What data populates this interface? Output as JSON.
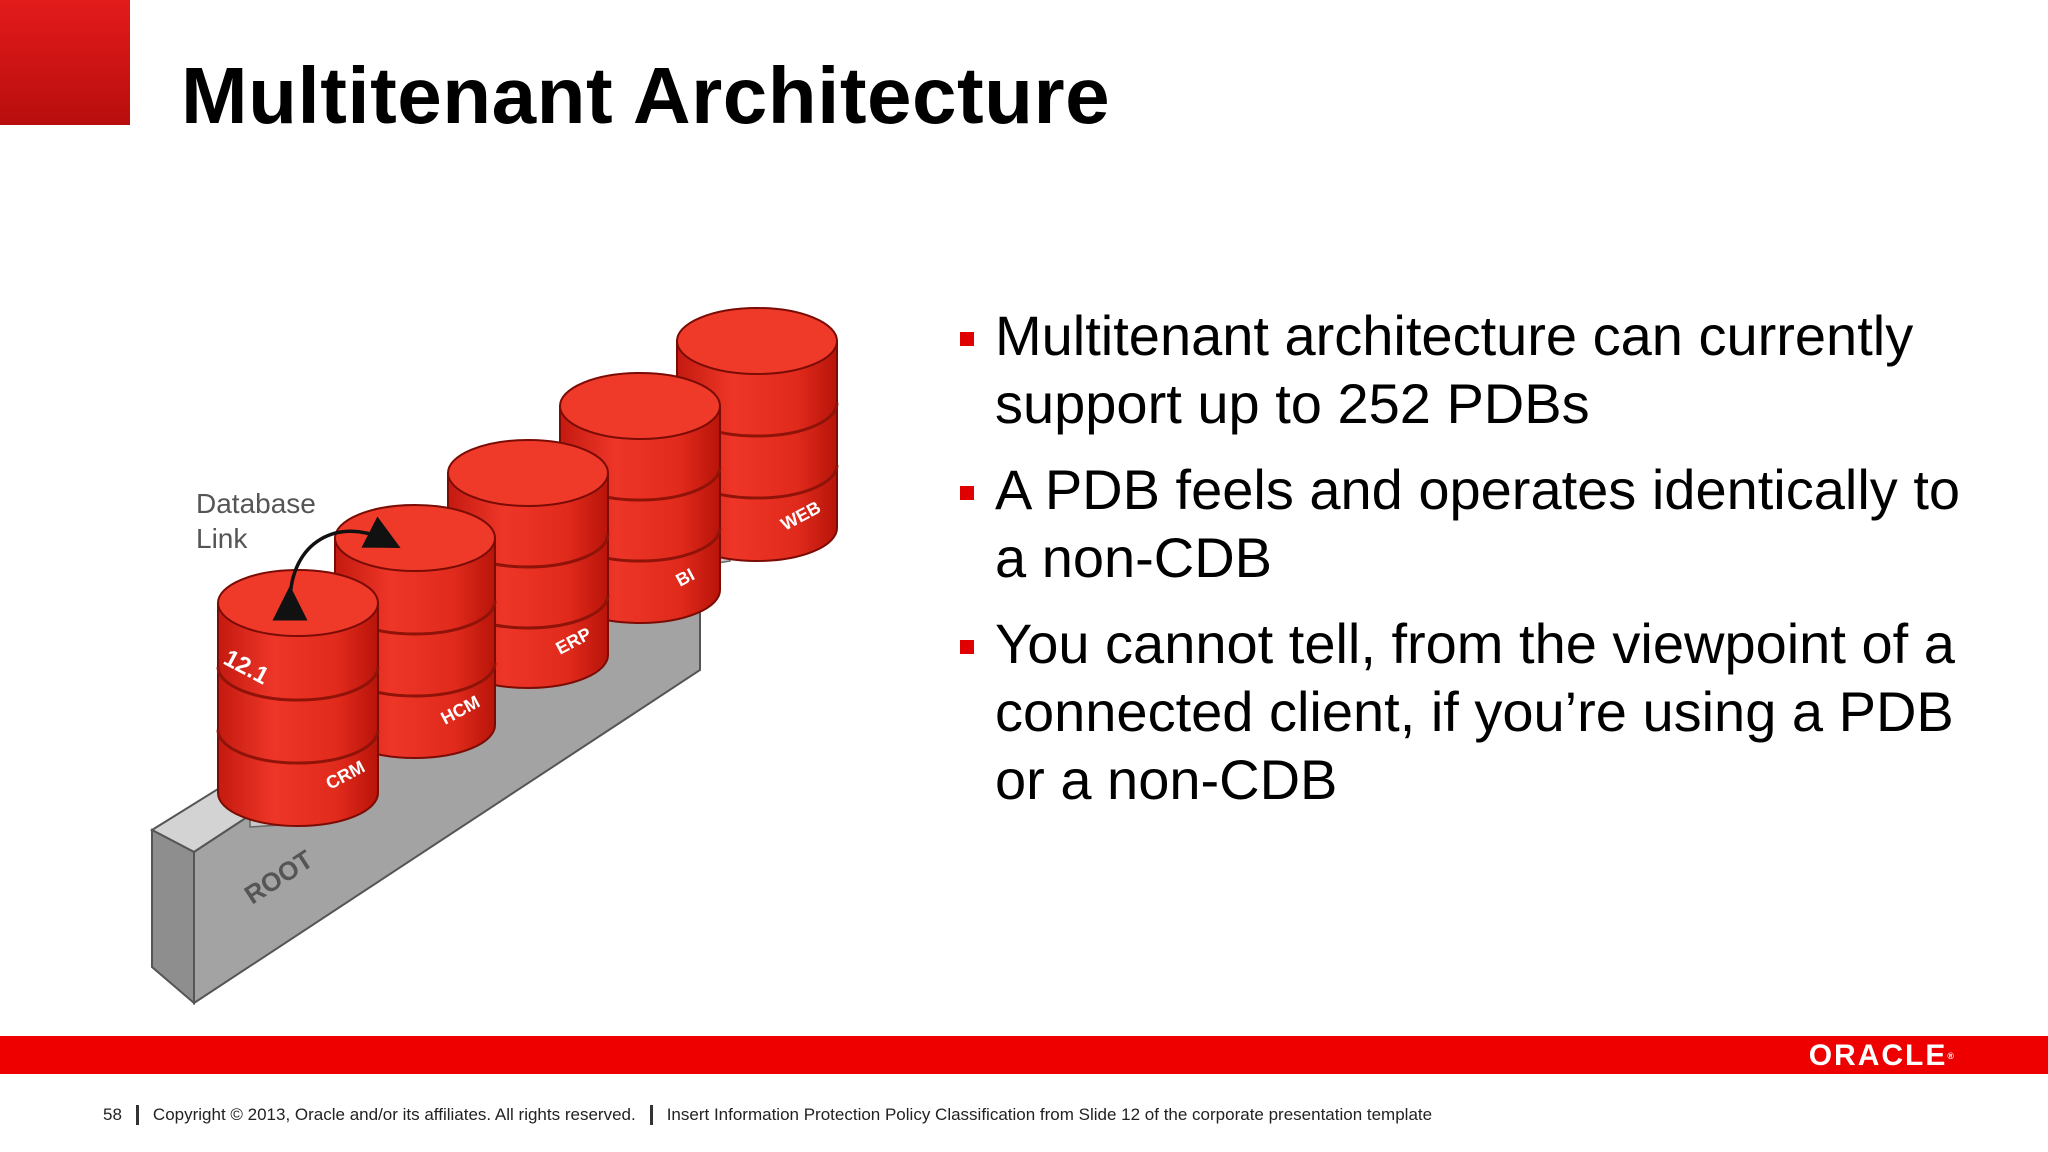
{
  "slide": {
    "title": "Multitenant Architecture",
    "bullets": [
      "Multitenant architecture can currently support up to 252 PDBs",
      "A PDB feels and operates identically to a non-CDB",
      "You cannot tell, from the viewpoint of a connected client, if you’re using a PDB or a non-CDB"
    ]
  },
  "diagram": {
    "root_label": "ROOT",
    "link_label_line1": "Database",
    "link_label_line2": "Link",
    "version_label": "12.1",
    "databases": [
      "CRM",
      "HCM",
      "ERP",
      "BI",
      "WEB"
    ]
  },
  "footer": {
    "page_number": "58",
    "copyright": "Copyright © 2013, Oracle and/or its affiliates. All rights reserved.",
    "classification": "Insert Information Protection Policy Classification from Slide 12 of the corporate presentation template",
    "logo_text": "ORACLE",
    "logo_mark": "®"
  },
  "colors": {
    "accent": "#e00000",
    "cylinder_red": "#e32c20",
    "base_gray": "#9c9c9c"
  }
}
